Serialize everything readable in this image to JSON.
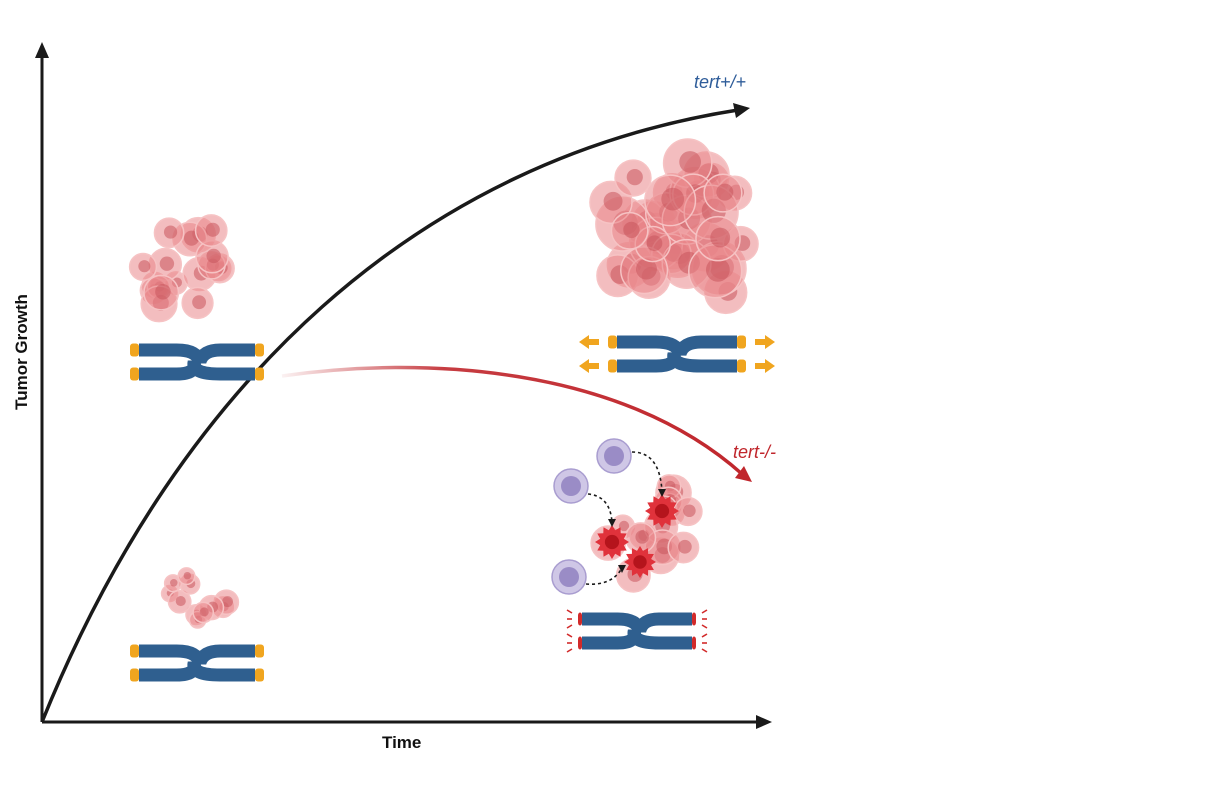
{
  "axes": {
    "x_label": "Time",
    "y_label": "Tumor Growth"
  },
  "curves": {
    "wildtype": {
      "label": "tert+/+",
      "color": "#2f5d9a",
      "line_color": "#1a1a1a"
    },
    "knockout": {
      "label": "tert-/-",
      "color": "#c0262c",
      "line_color": "#c0262c"
    }
  },
  "colors": {
    "tumor_cell": "#e9878a",
    "tumor_nucleus": "#c9565d",
    "dying_cell": "#e0323b",
    "chromosome": "#2f5f8f",
    "telomere": "#f0a51f",
    "immune_cell": "#b7acd6",
    "immune_nucleus": "#9a8cc6",
    "damage_mark": "#d22a2a"
  }
}
